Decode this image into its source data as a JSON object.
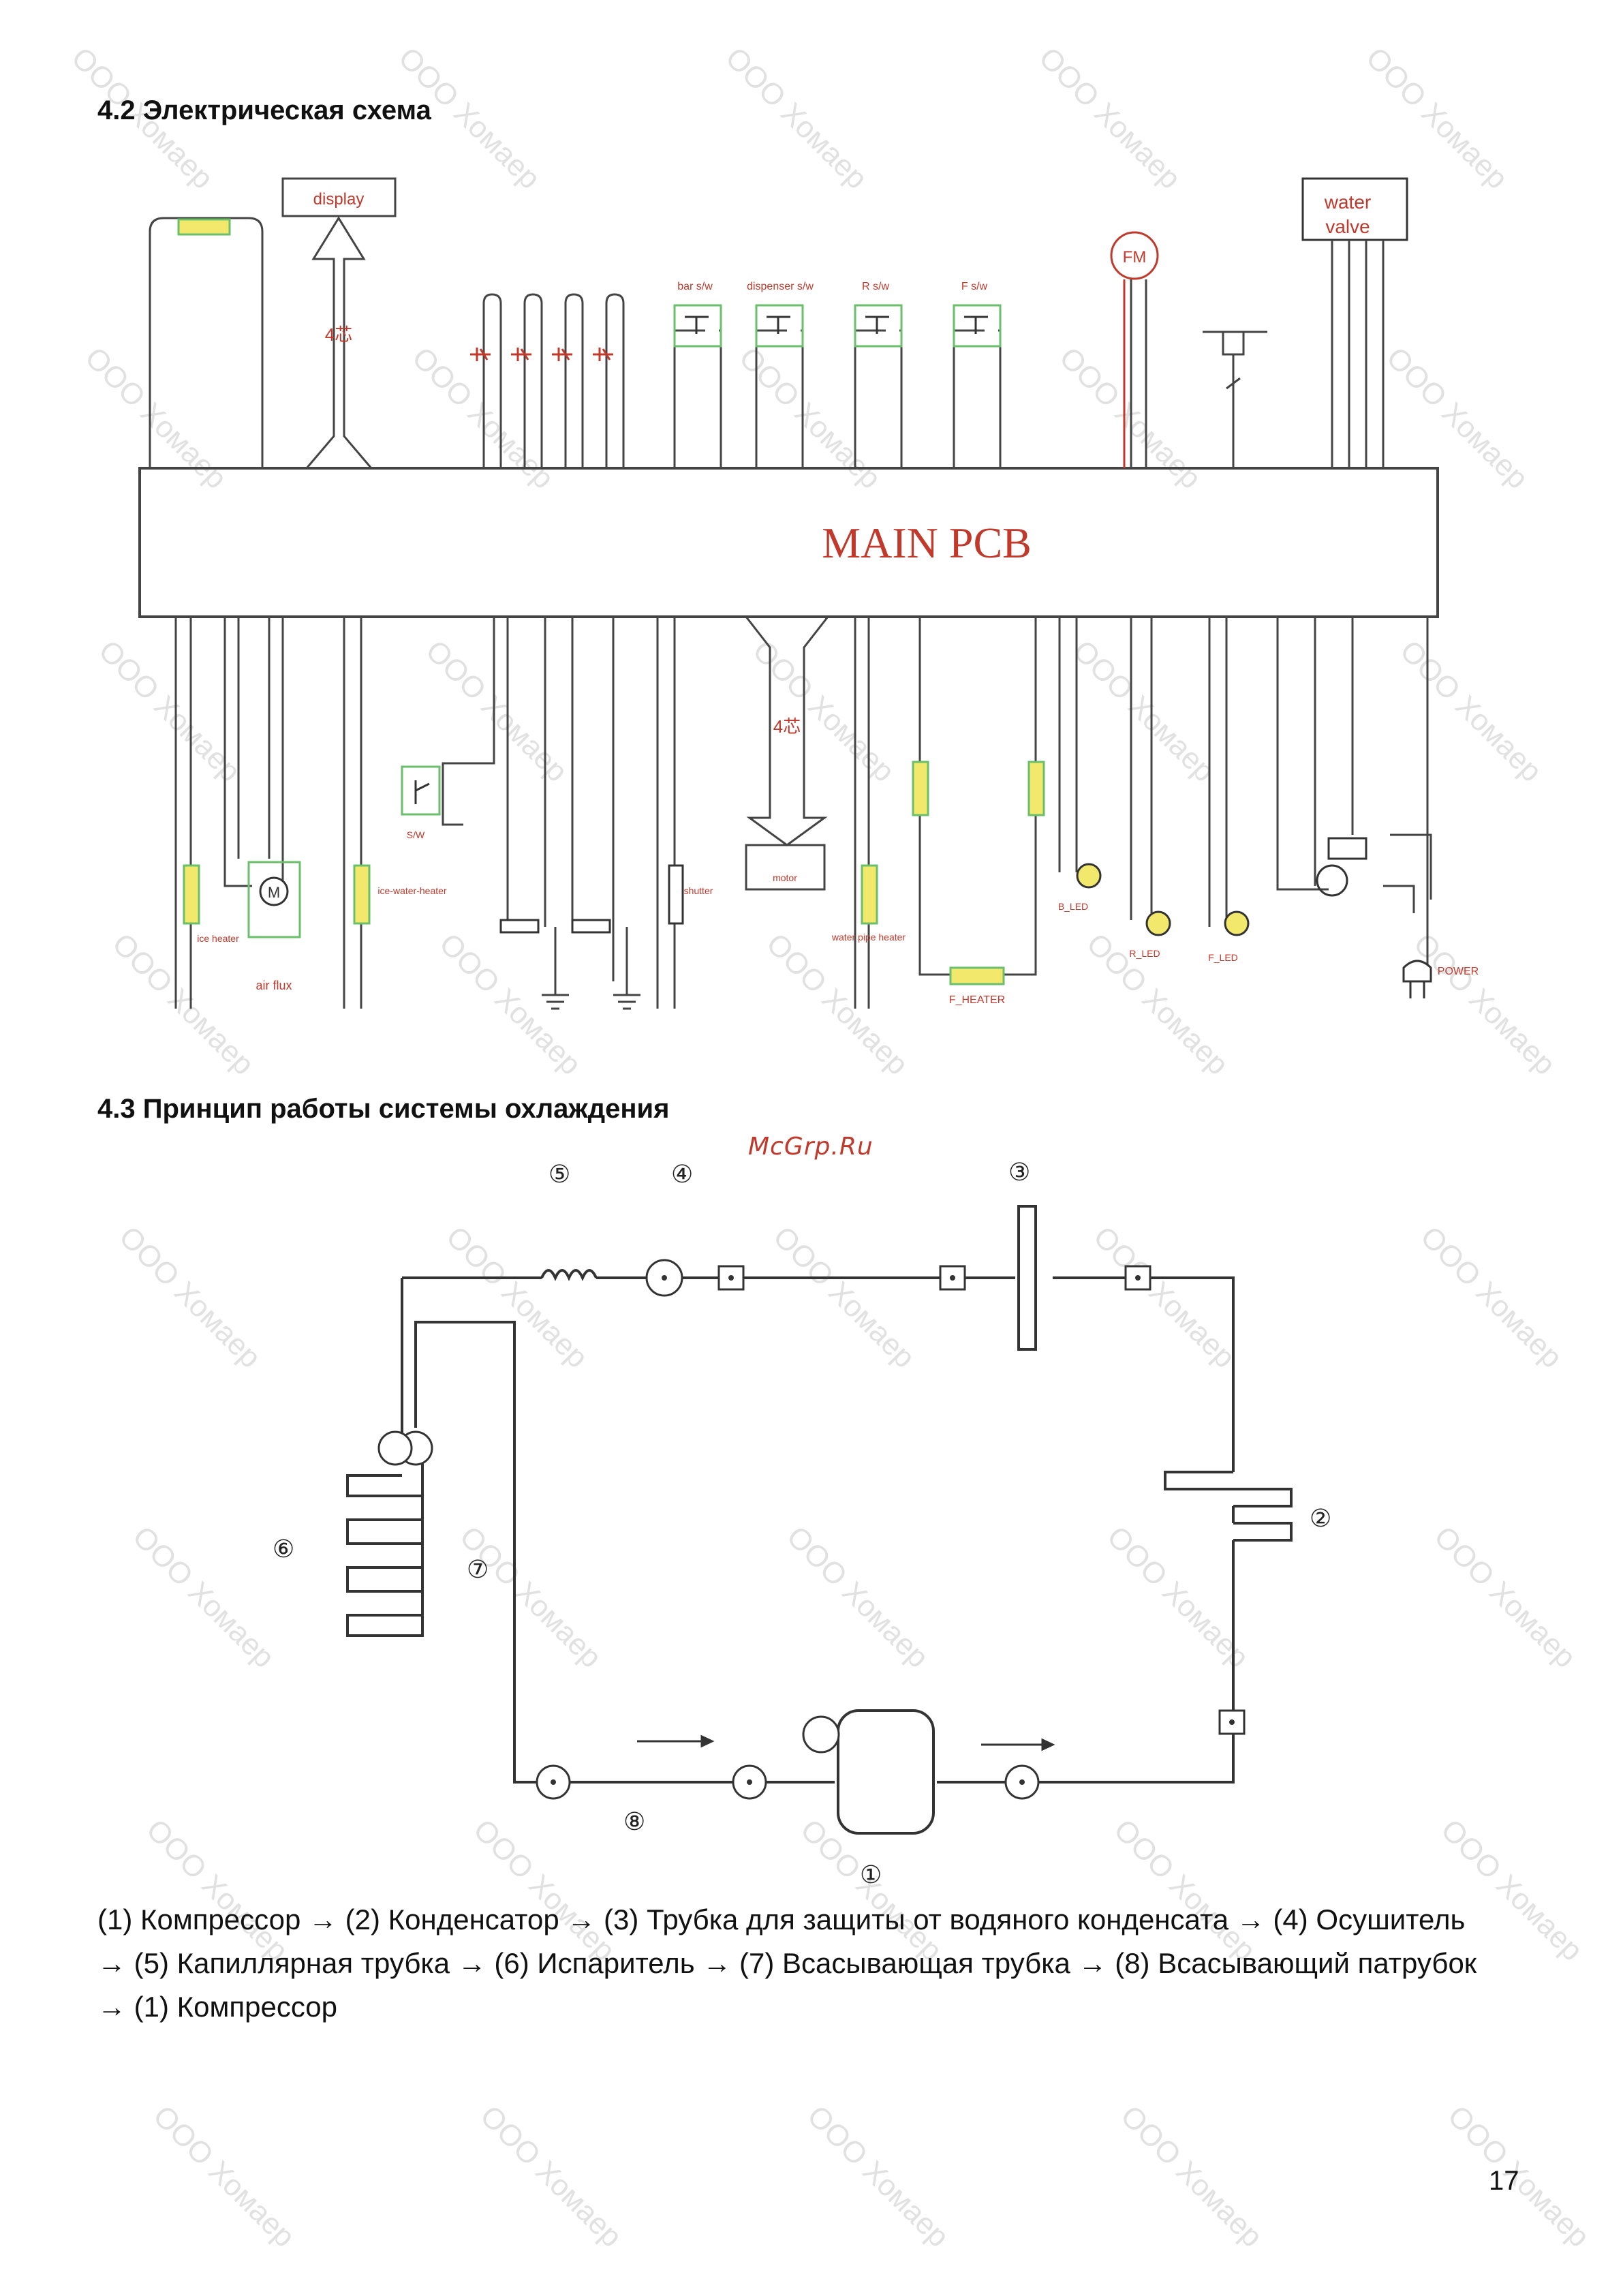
{
  "section_electrical": {
    "heading": "4.2 Электрическая схема",
    "main_board": "MAIN PCB",
    "display_label": "display",
    "water_valve_line1": "water",
    "water_valve_line2": "valve",
    "fan_label": "FM",
    "motor_label": "M",
    "wire_count_top": "4芯",
    "wire_count_bottom": "4芯",
    "switch_labels": [
      "bar s/w",
      "dispenser s/w",
      "R s/w",
      "F s/w"
    ],
    "bottom_labels": {
      "ice_heater": "ice heater",
      "air_flux": "air flux",
      "ice_water_heater": "ice-water-heater",
      "shutter": "shutter",
      "motor": "motor",
      "water_pipe_heater": "water pipe heater",
      "f_heater": "F_HEATER",
      "b_led": "B_LED",
      "r_led": "R_LED",
      "f_led": "F_LED",
      "power": "POWER",
      "sw": "S/W"
    }
  },
  "section_cooling": {
    "heading": "4.3 Принцип работы системы охлаждения",
    "numbers": [
      "⑤",
      "④",
      "③",
      "②",
      "⑥",
      "⑦",
      "⑧",
      "①"
    ]
  },
  "site_mark": "McGrp.Ru",
  "caption_lines": [
    "(1) Компрессор → (2) Конденсатор → (3) Трубка для защиты от водяного конденсата → (4) Осушитель",
    "→ (5) Капиллярная трубка → (6) Испаритель → (7) Всасывающая трубка  → (8) Всасывающий патрубок",
    "→ (1) Компрессор"
  ],
  "watermark_text": "ООО Хомаер",
  "page_number": "17",
  "colors": {
    "diagram_red": "#c0392b",
    "line": "#333333",
    "component_green": "#6abf6a",
    "component_yellow": "#f2e86b"
  }
}
